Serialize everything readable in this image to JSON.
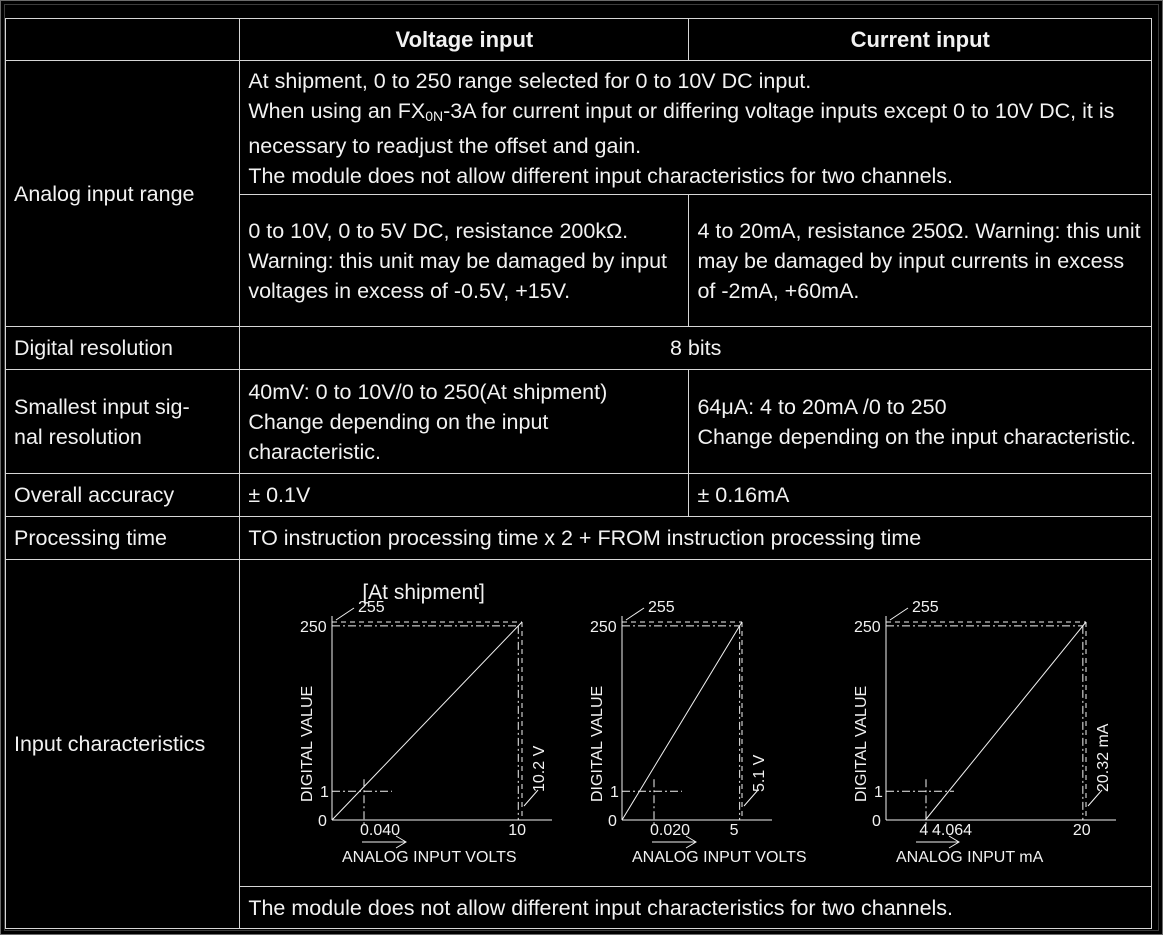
{
  "table": {
    "header": {
      "voltage": "Voltage input",
      "current": "Current input"
    },
    "analog_range": {
      "label": "Analog input range",
      "common_line1": "At shipment, 0 to 250 range selected for 0 to 10V DC input.",
      "common_line2_pre": "When using an FX",
      "common_line2_sub": "0N",
      "common_line2_post": "-3A for current input or differing voltage inputs except 0 to 10V DC, it is necessary to readjust the offset and gain.",
      "common_line3": "The module does not allow different input characteristics for two channels.",
      "voltage": "0 to 10V, 0 to 5V DC, resistance 200kΩ. Warning: this unit may be damaged by input voltages in excess of -0.5V, +15V.",
      "current": "4 to 20mA, resistance 250Ω. Warning: this unit may be damaged by input currents in excess of -2mA, +60mA."
    },
    "digital_resolution": {
      "label": "Digital resolution",
      "value": "8 bits"
    },
    "smallest_input": {
      "label": "Smallest input sig-\nnal resolution",
      "voltage": "40mV: 0 to 10V/0 to 250(At shipment)\nChange depending on the input characteristic.",
      "current": "64μA: 4 to 20mA /0 to 250\nChange depending on the input characteristic."
    },
    "overall_accuracy": {
      "label": "Overall accuracy",
      "voltage": "± 0.1V",
      "current": "± 0.16mA"
    },
    "processing_time": {
      "label": "Processing time",
      "value": "TO instruction processing time x 2 + FROM instruction processing time"
    },
    "input_characteristics": {
      "label": "Input characteristics",
      "chart_title": "[At shipment]",
      "footer": "The module does not allow different input characteristics for two channels."
    }
  },
  "chart_data": [
    {
      "type": "line",
      "ylabel": "DIGITAL VALUE",
      "xlabel": "ANALOG INPUT VOLTS",
      "x": [
        0,
        10.2
      ],
      "y": [
        0,
        255
      ],
      "y_ticks": [
        "255",
        "250",
        "1",
        "0"
      ],
      "x_ticks": [
        "0.040",
        "10"
      ],
      "max_label": "10.2 V"
    },
    {
      "type": "line",
      "ylabel": "DIGITAL VALUE",
      "xlabel": "ANALOG INPUT VOLTS",
      "x": [
        0,
        5.1
      ],
      "y": [
        0,
        255
      ],
      "y_ticks": [
        "255",
        "250",
        "1",
        "0"
      ],
      "x_ticks": [
        "0.020",
        "5"
      ],
      "max_label": "5.1 V"
    },
    {
      "type": "line",
      "ylabel": "DIGITAL VALUE",
      "xlabel": "ANALOG INPUT mA",
      "x": [
        4,
        20.32
      ],
      "y": [
        0,
        255
      ],
      "y_ticks": [
        "255",
        "250",
        "1",
        "0"
      ],
      "x_ticks": [
        "4",
        "4.064",
        "20"
      ],
      "max_label": "20.32 mA"
    }
  ]
}
